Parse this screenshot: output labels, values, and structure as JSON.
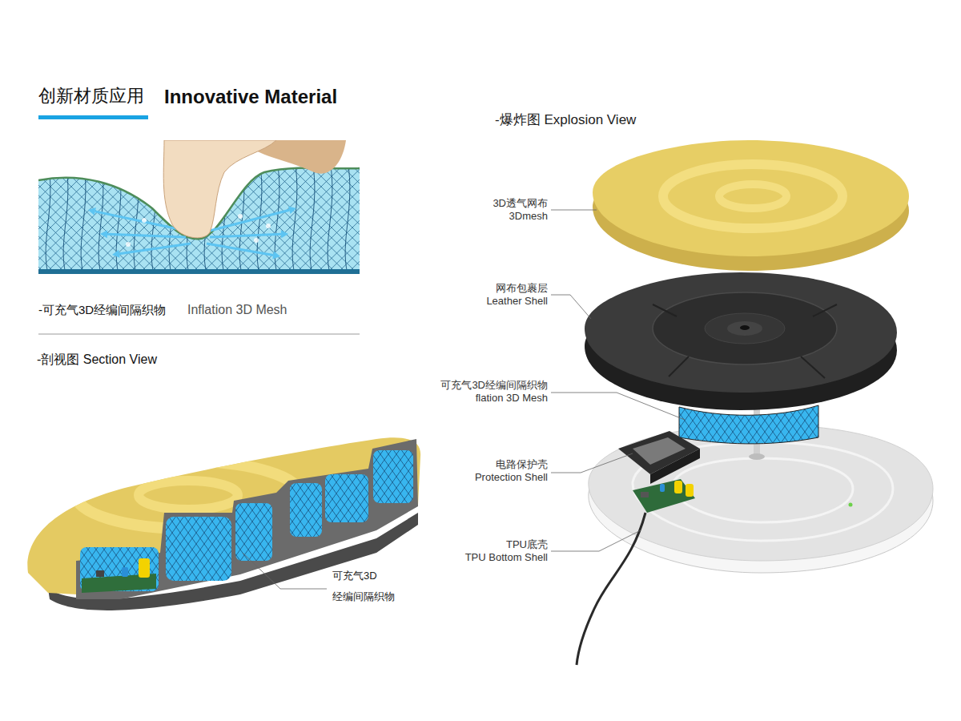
{
  "diagram": {
    "title": "创新材质应用",
    "labels": [
      "Innovative Material",
      "-可充气3D经编间隔织物",
      "Inflation 3D Mesh",
      "-剖视图 Section View",
      "可充气3D 经编间隔织物",
      "-爆炸图 Explosion View",
      "3D透气网布",
      "3Dmesh",
      "网布包裹层",
      "Leather Shell",
      "可充气3D经编间隔织物",
      "flation 3D Mesh",
      "电路保护壳",
      "Protection Shell",
      "TPU底壳",
      "TPU Bottom Shell"
    ]
  }
}
